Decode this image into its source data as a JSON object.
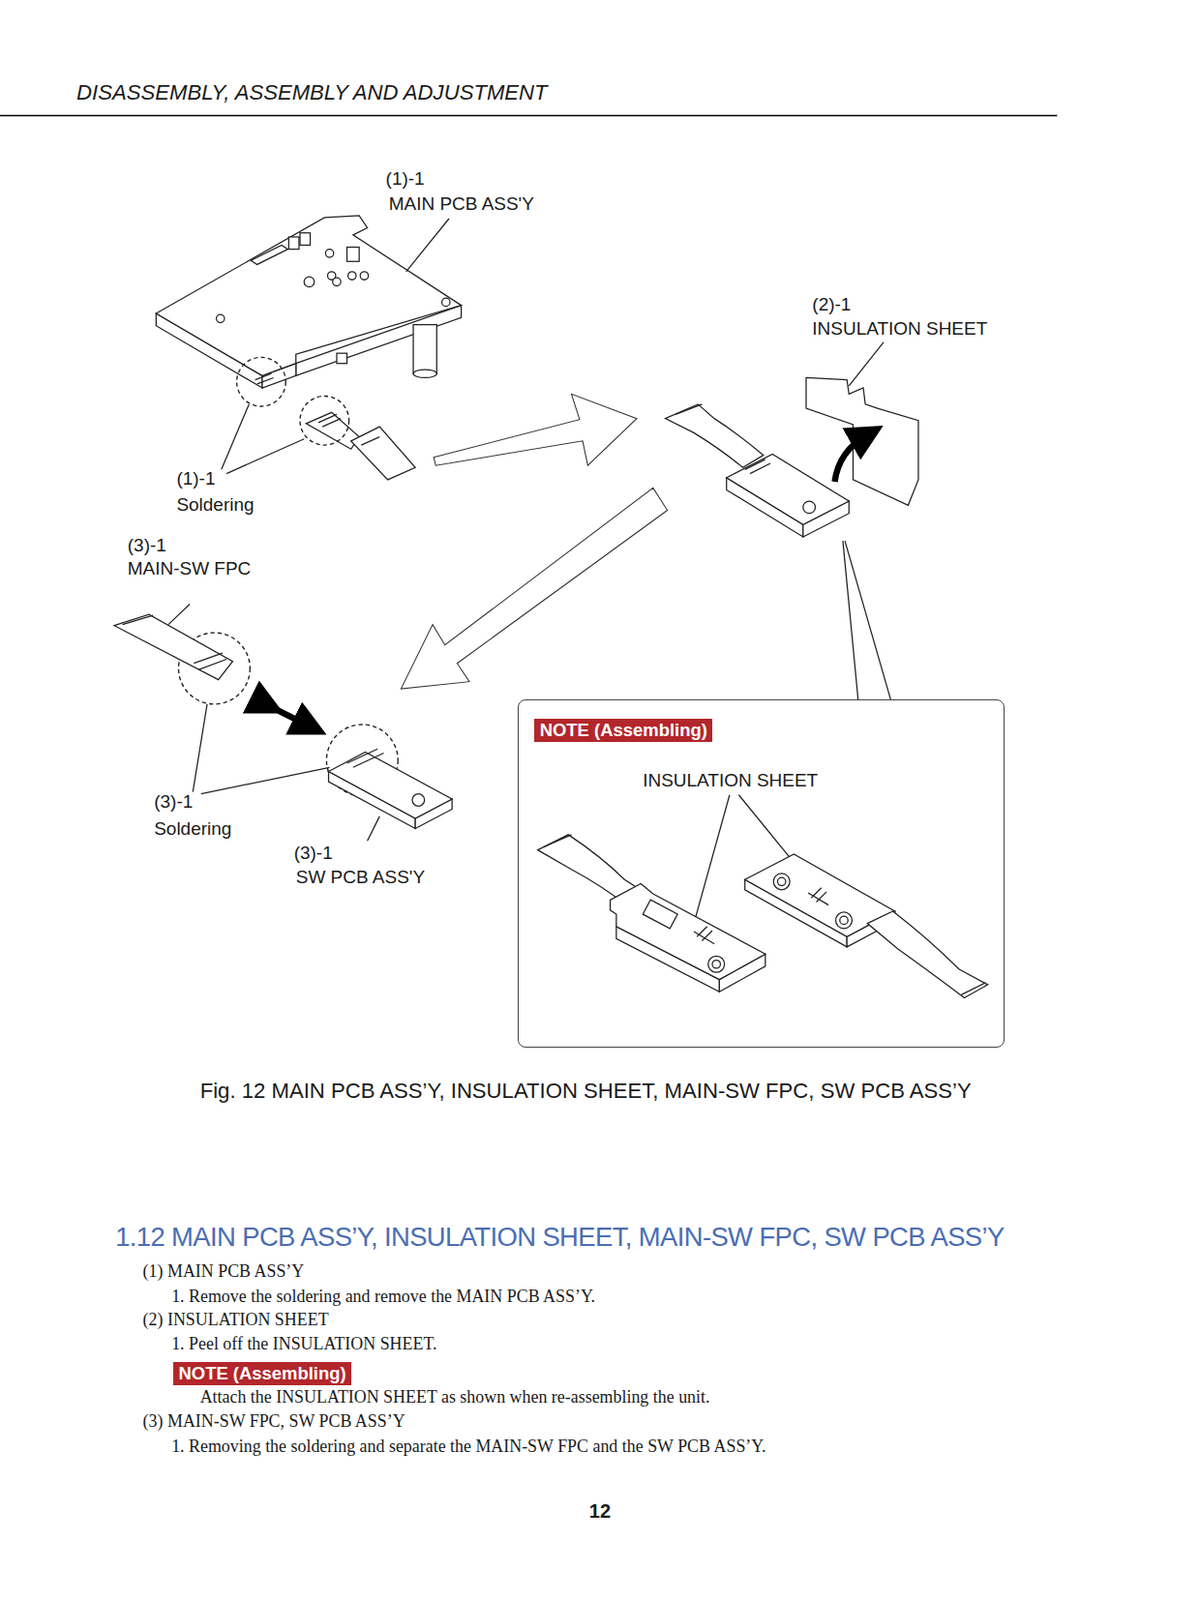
{
  "diagram": {
    "title": "1.12 MAIN PCB ASS’Y, INSULATION SHEET, MAIN-SW FPC, SW PCB ASS’Y",
    "caption": "Fig. 12 MAIN PCB ASS’Y, INSULATION SHEET, MAIN-SW FPC, SW PCB ASS’Y",
    "nodes": [
      {
        "text": [
          "INSULATION SHEET"
        ]
      },
      {
        "text": [
          "NOTE (Assembling)"
        ],
        "in": 0
      },
      {
        "text": [
          "NOTE (Assembling)"
        ]
      }
    ],
    "labels": [
      "DISASSEMBLY, ASSEMBLY AND ADJUSTMENT",
      "(1)-1",
      "MAIN PCB ASS'Y",
      "(2)-1",
      "INSULATION SHEET",
      "(1)-1",
      "Soldering",
      "(3)-1",
      "MAIN-SW FPC",
      "(3)-1",
      "Soldering",
      "(3)-1",
      "SW PCB ASS'Y",
      "(1) MAIN PCB ASS’Y",
      "1. Remove the soldering and remove the MAIN PCB ASS’Y.",
      "(2) INSULATION SHEET",
      "1. Peel off the INSULATION SHEET.",
      "Attach the INSULATION SHEET as shown when re-assembling the unit.",
      "(3) MAIN-SW FPC, SW PCB ASS’Y",
      "1. Removing the soldering and separate the MAIN-SW FPC and the SW PCB ASS’Y.",
      "12"
    ]
  }
}
